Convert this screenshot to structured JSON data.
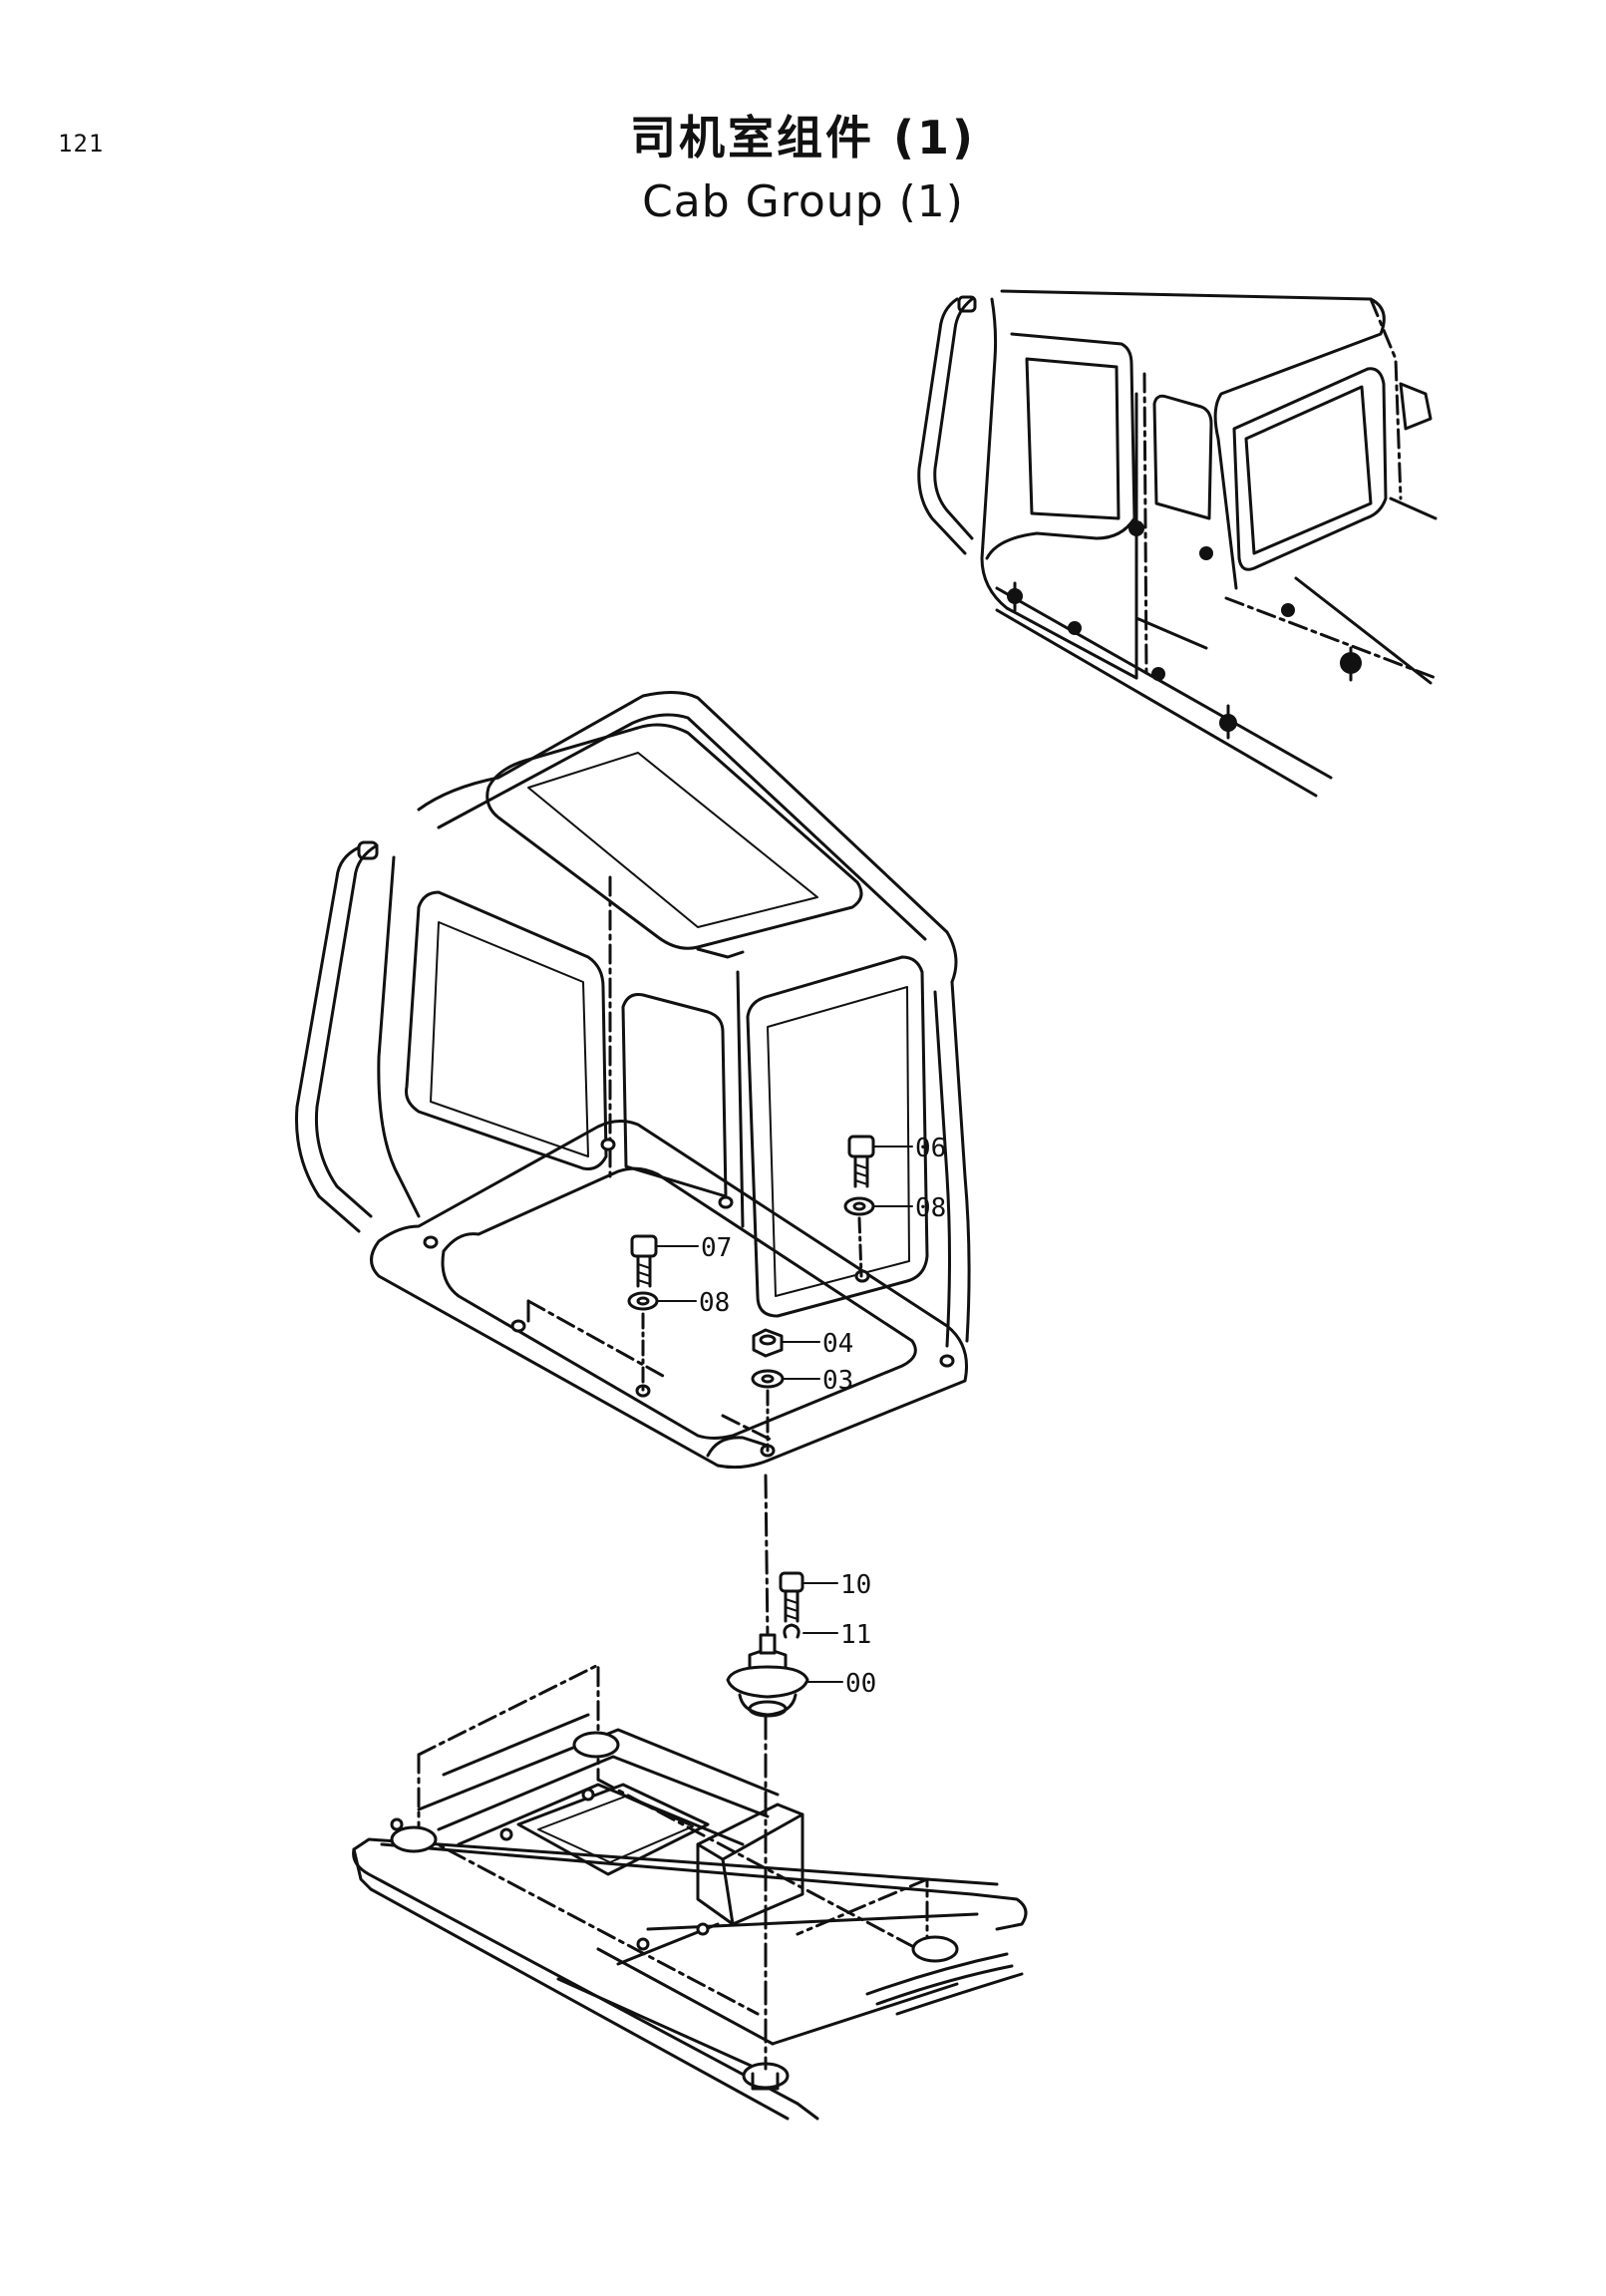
{
  "page": {
    "number": "121",
    "title_cn": "司机室组件 (1)",
    "title_en": "Cab Group (1)"
  },
  "callouts": [
    {
      "id": "06",
      "label": "06"
    },
    {
      "id": "08a",
      "label": "08"
    },
    {
      "id": "07",
      "label": "07"
    },
    {
      "id": "08b",
      "label": "08"
    },
    {
      "id": "04",
      "label": "04"
    },
    {
      "id": "03",
      "label": "03"
    },
    {
      "id": "10",
      "label": "10"
    },
    {
      "id": "11",
      "label": "11"
    },
    {
      "id": "00",
      "label": "00"
    }
  ],
  "colors": {
    "ink": "#111111",
    "paper": "#ffffff"
  }
}
